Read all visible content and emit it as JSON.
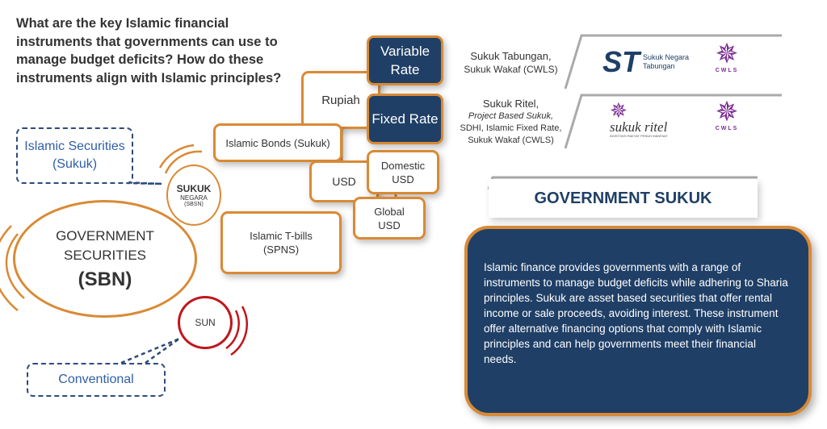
{
  "question": "What are the key Islamic financial instruments that governments can use to manage budget deficits? How do these instruments align with Islamic principles?",
  "nodes": {
    "variable_rate": "Variable Rate",
    "fixed_rate": "Fixed Rate",
    "rupiah": "Rupiah",
    "islamic_bonds": "Islamic Bonds (Sukuk)",
    "usd": "USD",
    "domestic_usd": "Domestic USD",
    "global_usd": "Global USD",
    "islamic_tbills": "Islamic T-bills (SPNS)",
    "sukuk_negara": {
      "line1": "SUKUK",
      "line2": "NEGARA",
      "line3": "(SBSN)"
    },
    "sbn": {
      "line1": "GOVERNMENT SECURITIES",
      "line2": "(SBN)"
    },
    "sun": "SUN"
  },
  "callouts": {
    "islamic_securities": "Islamic Securities (Sukuk)",
    "conventional": "Conventional"
  },
  "rows": [
    {
      "line1": "Sukuk Tabungan,",
      "line2": "Sukuk Wakaf (CWLS)",
      "logo1": "ST Sukuk Negara Tabungan",
      "logo2": "CWLS"
    },
    {
      "line1": "Sukuk Ritel,",
      "line2": "Project Based Sukuk,",
      "line3": "SDHI, Islamic Fixed Rate,",
      "line4": "Sukuk Wakaf (CWLS)",
      "logo1": "sukuk ritel",
      "logo2": "CWLS"
    }
  ],
  "logos": {
    "st_mark": "ST",
    "st_text1": "Sukuk Negara",
    "st_text2": "Tabungan",
    "cwls": "CWLS",
    "ritel": "sukuk ritel",
    "ritel_sub": "INVESTASI RAKYAT PENUH MANFAAT"
  },
  "header": "GOVERNMENT SUKUK",
  "description": "Islamic finance provides governments with a range of instruments to manage budget deficits while adhering to Sharia principles. Sukuk are asset based securities that offer rental income or sale proceeds, avoiding interest. These instrument offer alternative financing options that comply with Islamic principles and can help governments meet their financial needs.",
  "colors": {
    "navy": "#1f3f66",
    "orange": "#d98a35",
    "red": "#c0161c",
    "purple": "#7a2a91"
  }
}
